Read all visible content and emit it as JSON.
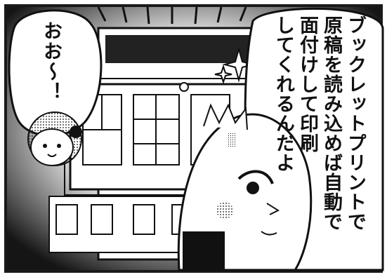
{
  "comic": {
    "side_speech": "おお〜！",
    "main_speech_lines": [
      "ブックレットプリントで",
      "原稿を読み込めば自動で",
      "面付けして印刷",
      "してくれるんだよ"
    ]
  },
  "colors": {
    "ink": "#111111",
    "paper": "#ffffff",
    "frame": "#1a1a1a"
  }
}
